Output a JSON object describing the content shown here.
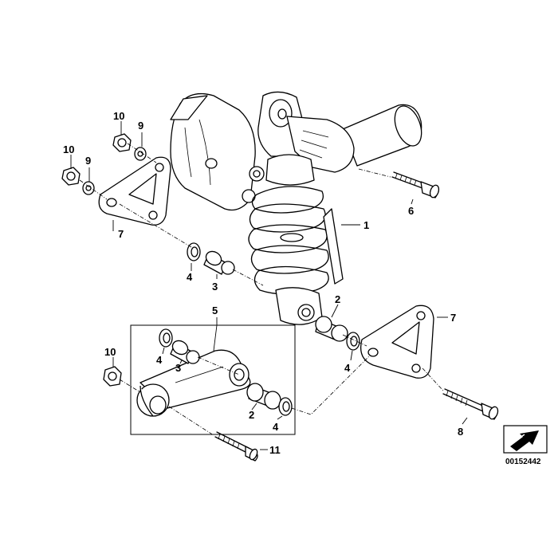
{
  "diagram": {
    "id_code": "00152442",
    "callouts": {
      "c1": "1",
      "c2a": "2",
      "c2b": "2",
      "c3a": "3",
      "c3b": "3",
      "c4a": "4",
      "c4b": "4",
      "c4c": "4",
      "c4d": "4",
      "c5": "5",
      "c6": "6",
      "c7a": "7",
      "c7b": "7",
      "c8": "8",
      "c9a": "9",
      "c9b": "9",
      "c10a": "10",
      "c10b": "10",
      "c10c": "10",
      "c11": "11"
    }
  }
}
